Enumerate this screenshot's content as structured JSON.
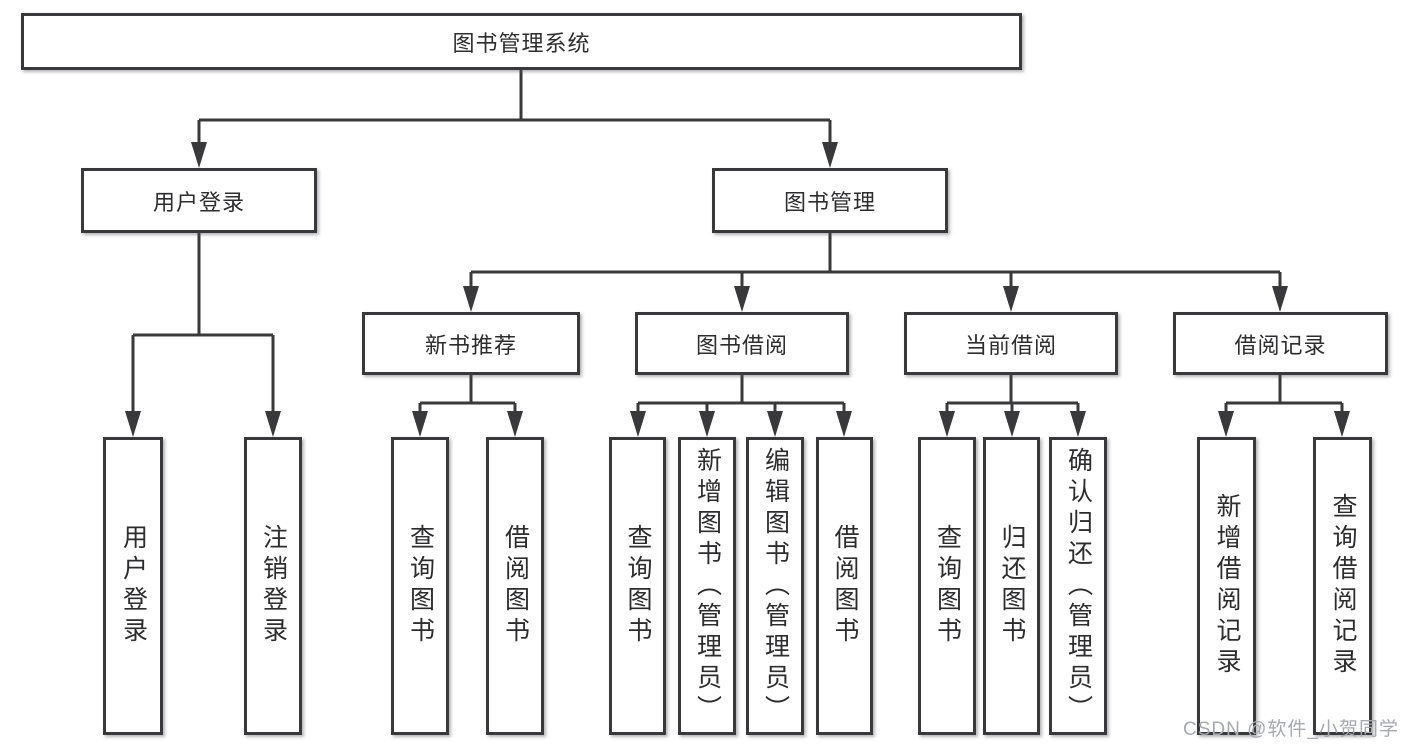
{
  "diagram": {
    "root": {
      "label": "图书管理系统",
      "children": [
        {
          "label": "用户登录",
          "children": [
            {
              "label": "用户登录"
            },
            {
              "label": "注销登录"
            }
          ]
        },
        {
          "label": "图书管理",
          "children": [
            {
              "label": "新书推荐",
              "children": [
                {
                  "label": "查询图书"
                },
                {
                  "label": "借阅图书"
                }
              ]
            },
            {
              "label": "图书借阅",
              "children": [
                {
                  "label": "查询图书"
                },
                {
                  "label": "新增图书（管理员）"
                },
                {
                  "label": "编辑图书（管理员）"
                },
                {
                  "label": "借阅图书"
                }
              ]
            },
            {
              "label": "当前借阅",
              "children": [
                {
                  "label": "查询图书"
                },
                {
                  "label": "归还图书"
                },
                {
                  "label": "确认归还（管理员）"
                }
              ]
            },
            {
              "label": "借阅记录",
              "children": [
                {
                  "label": "新增借阅记录"
                },
                {
                  "label": "查询借阅记录"
                }
              ]
            }
          ]
        }
      ]
    }
  },
  "watermark": {
    "text": "CSDN @软件_小贺同学"
  },
  "colors": {
    "line": "#39393b",
    "text": "#2d2d2f",
    "watermark": "#a6a9b0",
    "background": "#ffffff"
  }
}
